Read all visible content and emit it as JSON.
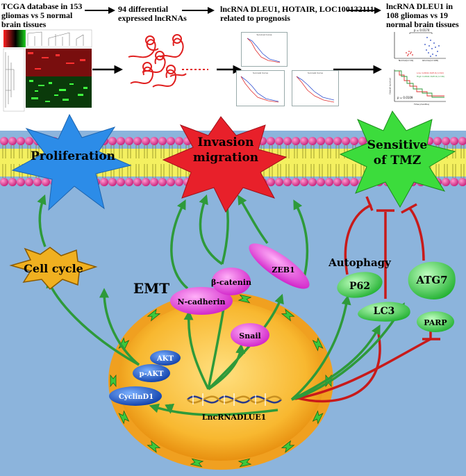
{
  "header": {
    "step1": "TCGA database in 153 gliomas vs 5 normal brain tissues",
    "step2": "94 differential expressed lncRNAs",
    "step3": "lncRNA DLEU1, HOTAIR, LOC100132111 related to prognosis",
    "step4": "lncRNA DLEU1 in 108 gliomas vs 19 normal brain tissues"
  },
  "mini_plots": {
    "survival_title": "Survival Curve",
    "dot_plot": {
      "p_value": "p = 0.0174",
      "group_labels": [
        "Normal(n=19)",
        "Glioma(n=108)"
      ]
    },
    "km_plot": {
      "legend": [
        "Low lncRNA DLEU1(n=62)",
        "High lncRNA DLEU1(n=46)"
      ],
      "p_value": "p = 0.0109",
      "xlabel": "Time (months)",
      "ylabel": "Overall survival"
    }
  },
  "phenotypes": {
    "proliferation": "Proliferation",
    "invasion": [
      "Invasion",
      "migration"
    ],
    "tmz": [
      "Sensitive",
      "of TMZ"
    ]
  },
  "nodes": {
    "cell_cycle": "Cell cycle",
    "emt": "EMT",
    "n_cadherin": "N-cadherin",
    "beta_catenin": "β-catenin",
    "zeb1": "ZEB1",
    "snail": "Snail",
    "autophagy": "Autophagy",
    "p62": "P62",
    "lc3": "LC3",
    "atg7": "ATG7",
    "parp": "PARP",
    "akt": "AKT",
    "p_akt": "p-AKT",
    "cyclind1": "CyclinD1",
    "lncrna": "LncRNADLUE1"
  },
  "colors": {
    "cytoplasm": "#8cb4dc",
    "nucleus_outer": "#f0a020",
    "nucleus_inner": "#f8c040",
    "lipid_head": "#e0469a",
    "lipid_tail": "#f4f060",
    "arrow_activate": "#2e9a3a",
    "arrow_inhibit": "#c81a1a",
    "proliferation_star": "#2c8ce8",
    "invasion_star": "#e8202a",
    "tmz_star": "#3cdc3c",
    "cell_cycle_star": "#f0b020",
    "emt_protein": "#e040d8",
    "autophagy_protein": "#3cd050",
    "akt_protein": "#1a5ac8"
  }
}
